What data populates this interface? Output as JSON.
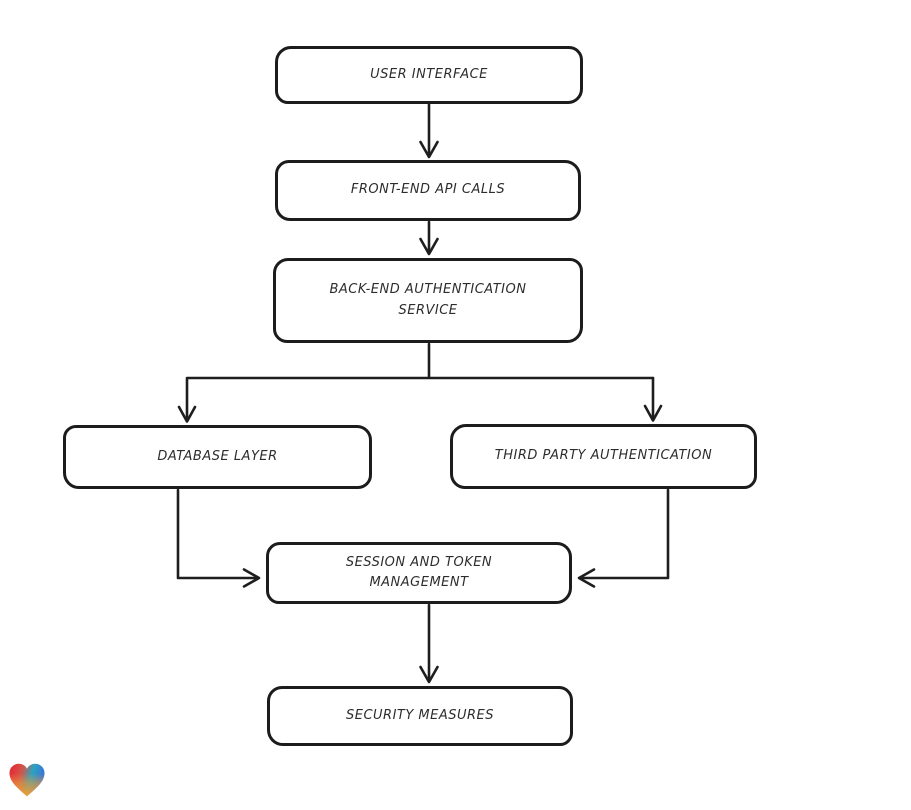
{
  "diagram": {
    "type": "flowchart",
    "direction": "top-down",
    "nodes": [
      {
        "id": "user-interface",
        "label": "USER INTERFACE"
      },
      {
        "id": "front-end-api-calls",
        "label": "FRONT-END API CALLS"
      },
      {
        "id": "back-end-auth-service",
        "label": "BACK-END AUTHENTICATION SERVICE"
      },
      {
        "id": "database-layer",
        "label": "DATABASE LAYER"
      },
      {
        "id": "third-party-auth",
        "label": "THIRD PARTY AUTHENTICATION"
      },
      {
        "id": "session-token-mgmt",
        "label": "SESSION AND TOKEN MANAGEMENT"
      },
      {
        "id": "security-measures",
        "label": "SECURITY MEASURES"
      }
    ],
    "edges": [
      {
        "from": "user-interface",
        "to": "front-end-api-calls"
      },
      {
        "from": "front-end-api-calls",
        "to": "back-end-auth-service"
      },
      {
        "from": "back-end-auth-service",
        "to": "database-layer"
      },
      {
        "from": "back-end-auth-service",
        "to": "third-party-auth"
      },
      {
        "from": "database-layer",
        "to": "session-token-mgmt"
      },
      {
        "from": "third-party-auth",
        "to": "session-token-mgmt"
      },
      {
        "from": "session-token-mgmt",
        "to": "security-measures"
      }
    ],
    "style": {
      "stroke": "#1c1c1c",
      "node_fill": "#ffffff",
      "text_color": "#2d2d2d",
      "background": "#ffffff"
    }
  },
  "branding": {
    "logo": "eraser-heart-logo",
    "colors": {
      "red": "#e62330",
      "teal": "#2aa4c0",
      "blue": "#3a74d6",
      "orange": "#f59c30"
    }
  }
}
